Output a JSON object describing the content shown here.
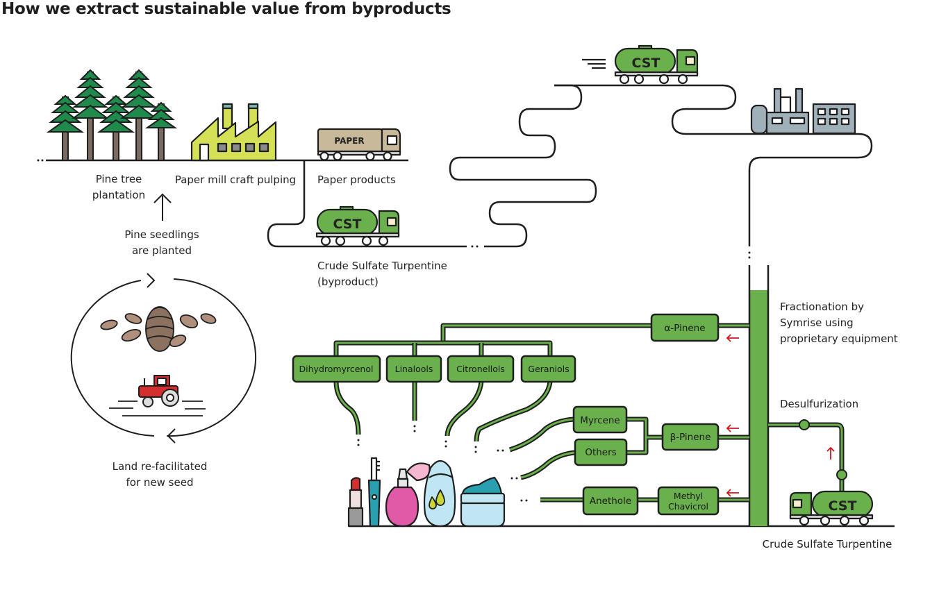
{
  "title": "How we extract sustainable value from byproducts",
  "labels": {
    "pine_tree_plantation_1": "Pine tree",
    "pine_tree_plantation_2": "plantation",
    "paper_mill": "Paper mill craft pulping",
    "paper_products": "Paper products",
    "pine_seedlings_1": "Pine seedlings",
    "pine_seedlings_2": "are planted",
    "cst_byproduct_1": "Crude Sulfate Turpentine",
    "cst_byproduct_2": "(byproduct)",
    "land_1": "Land re-facilitated",
    "land_2": "for new seed",
    "fractionation_1": "Fractionation by",
    "fractionation_2": "Symrise using",
    "fractionation_3": "proprietary equipment",
    "desulfurization": "Desulfurization",
    "cst_bottom": "Crude Sulfate Turpentine"
  },
  "trucks": {
    "paper_truck": "PAPER",
    "cst_truck": "CST"
  },
  "boxes": {
    "alpha_pinene": "α-Pinene",
    "dihydromyrcenol": "Dihydromyrcenol",
    "linalools": "Linalools",
    "citronellols": "Citronellols",
    "geraniols": "Geraniols",
    "myrcene": "Myrcene",
    "others": "Others",
    "beta_pinene": "β-Pinene",
    "anethole": "Anethole",
    "methyl_chavicrol_1": "Methyl",
    "methyl_chavicrol_2": "Chavicrol"
  },
  "colors": {
    "green": "#6ab04c",
    "lime": "#d4e157",
    "outline": "#1e1e1e",
    "red_arrow": "#d0141c",
    "tree_green": "#1f8a4c",
    "trunk": "#7a6a62",
    "paper_truck": "#c8b99a",
    "factory_gray": "#9fb0b8"
  }
}
